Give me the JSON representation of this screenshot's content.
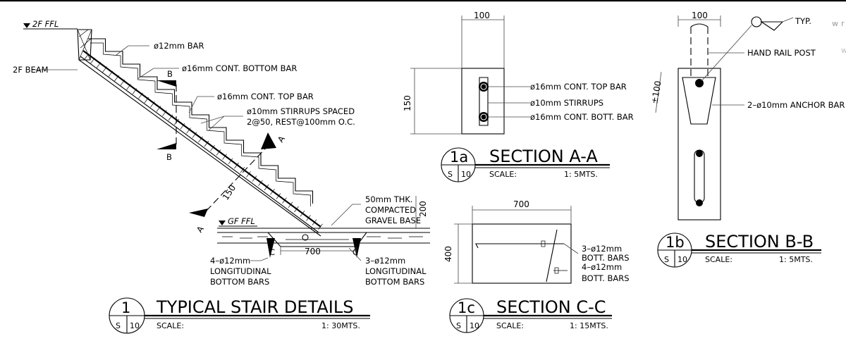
{
  "stair": {
    "level_2f": "2F FFL",
    "beam_2f": "2F BEAM",
    "bar_12": "ø12mm BAR",
    "bottom_bar": "ø16mm CONT. BOTTOM BAR",
    "top_bar": "ø16mm CONT. TOP BAR",
    "stirrups_1": "ø10mm STIRRUPS SPACED",
    "stirrups_2": "2@50, REST@100mm O.C.",
    "gravel_1": "50mm THK.",
    "gravel_2": "COMPACTED",
    "gravel_3": "GRAVEL BASE",
    "level_gf": "GF FFL",
    "long_left_1": "4–ø12mm",
    "long_left_2": "LONGITUDINAL",
    "long_left_3": "BOTTOM BARS",
    "long_right_1": "3–ø12mm",
    "long_right_2": "LONGITUDINAL",
    "long_right_3": "BOTTOM BARS",
    "dim_150": "150",
    "dim_200": "200",
    "dim_700": "700",
    "cut_b": "B",
    "cut_a": "A",
    "cut_c": "C"
  },
  "section_aa": {
    "dim_width": "100",
    "dim_height": "150",
    "top_bar": "ø16mm CONT. TOP BAR",
    "stirrups": "ø10mm STIRRUPS",
    "bott_bar": "ø16mm CONT. BOTT. BAR"
  },
  "section_cc": {
    "dim_width": "700",
    "dim_height": "400",
    "bars_1": "3–ø12mm",
    "bars_2": "BOTT. BARS",
    "bars_3": "4–ø12mm",
    "bars_4": "BOTT. BARS"
  },
  "section_bb": {
    "dim_width": "100",
    "dim_slope": "±100",
    "typ": "TYP.",
    "hand_rail_post": "HAND RAIL POST",
    "anchor_bar": "2–ø10mm ANCHOR BAR"
  },
  "titles": [
    {
      "num": "1",
      "sheet": "S",
      "sheet_num": "10",
      "title": "TYPICAL STAIR DETAILS",
      "scale_label": "SCALE:",
      "scale_value": "1: 30MTS."
    },
    {
      "num": "1a",
      "sheet": "S",
      "sheet_num": "10",
      "title": "SECTION A-A",
      "scale_label": "SCALE:",
      "scale_value": "1: 5MTS."
    },
    {
      "num": "1b",
      "sheet": "S",
      "sheet_num": "10",
      "title": "SECTION B-B",
      "scale_label": "SCALE:",
      "scale_value": "1: 5MTS."
    },
    {
      "num": "1c",
      "sheet": "S",
      "sheet_num": "10",
      "title": "SECTION C-C",
      "scale_label": "SCALE:",
      "scale_value": "1: 15MTS."
    }
  ]
}
